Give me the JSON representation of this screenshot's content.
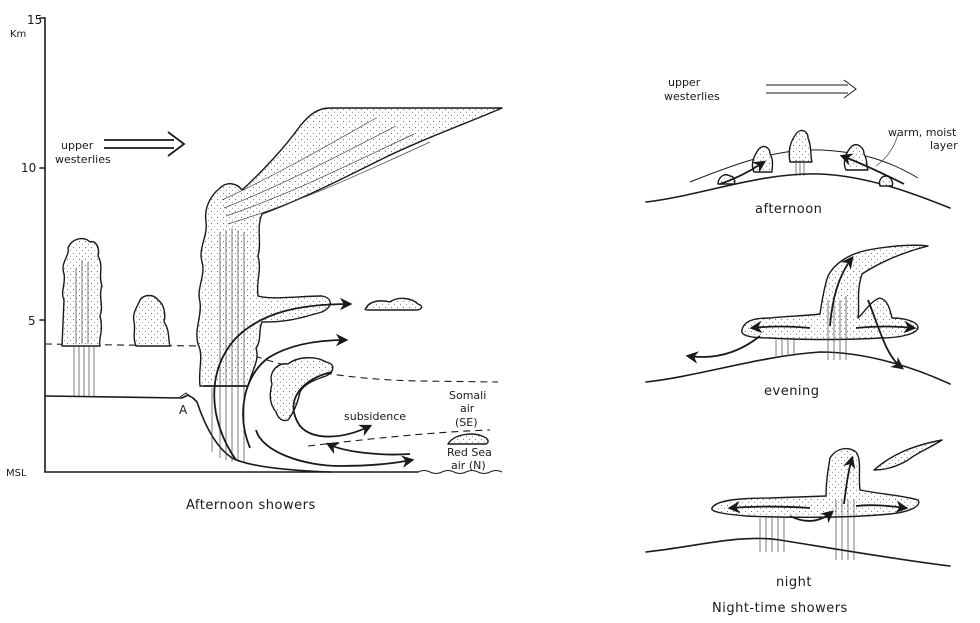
{
  "axis": {
    "unit": "Km",
    "ticks": [
      "15",
      "10",
      "5",
      "MSL"
    ]
  },
  "left_panel": {
    "caption": "Afternoon showers",
    "upper_westerlies": "upper\nwesterlies",
    "label_subsidence": "subsidence",
    "label_somali": "Somali\nair\n(SE)",
    "label_red_sea": "Red Sea\nair (N)",
    "label_point": "A"
  },
  "right_panel": {
    "caption": "Night-time showers",
    "upper_westerlies": "upper\nwesterlies",
    "label_warm_layer": "warm, moist\nlayer",
    "stage_afternoon": "afternoon",
    "stage_evening": "evening",
    "stage_night": "night"
  }
}
